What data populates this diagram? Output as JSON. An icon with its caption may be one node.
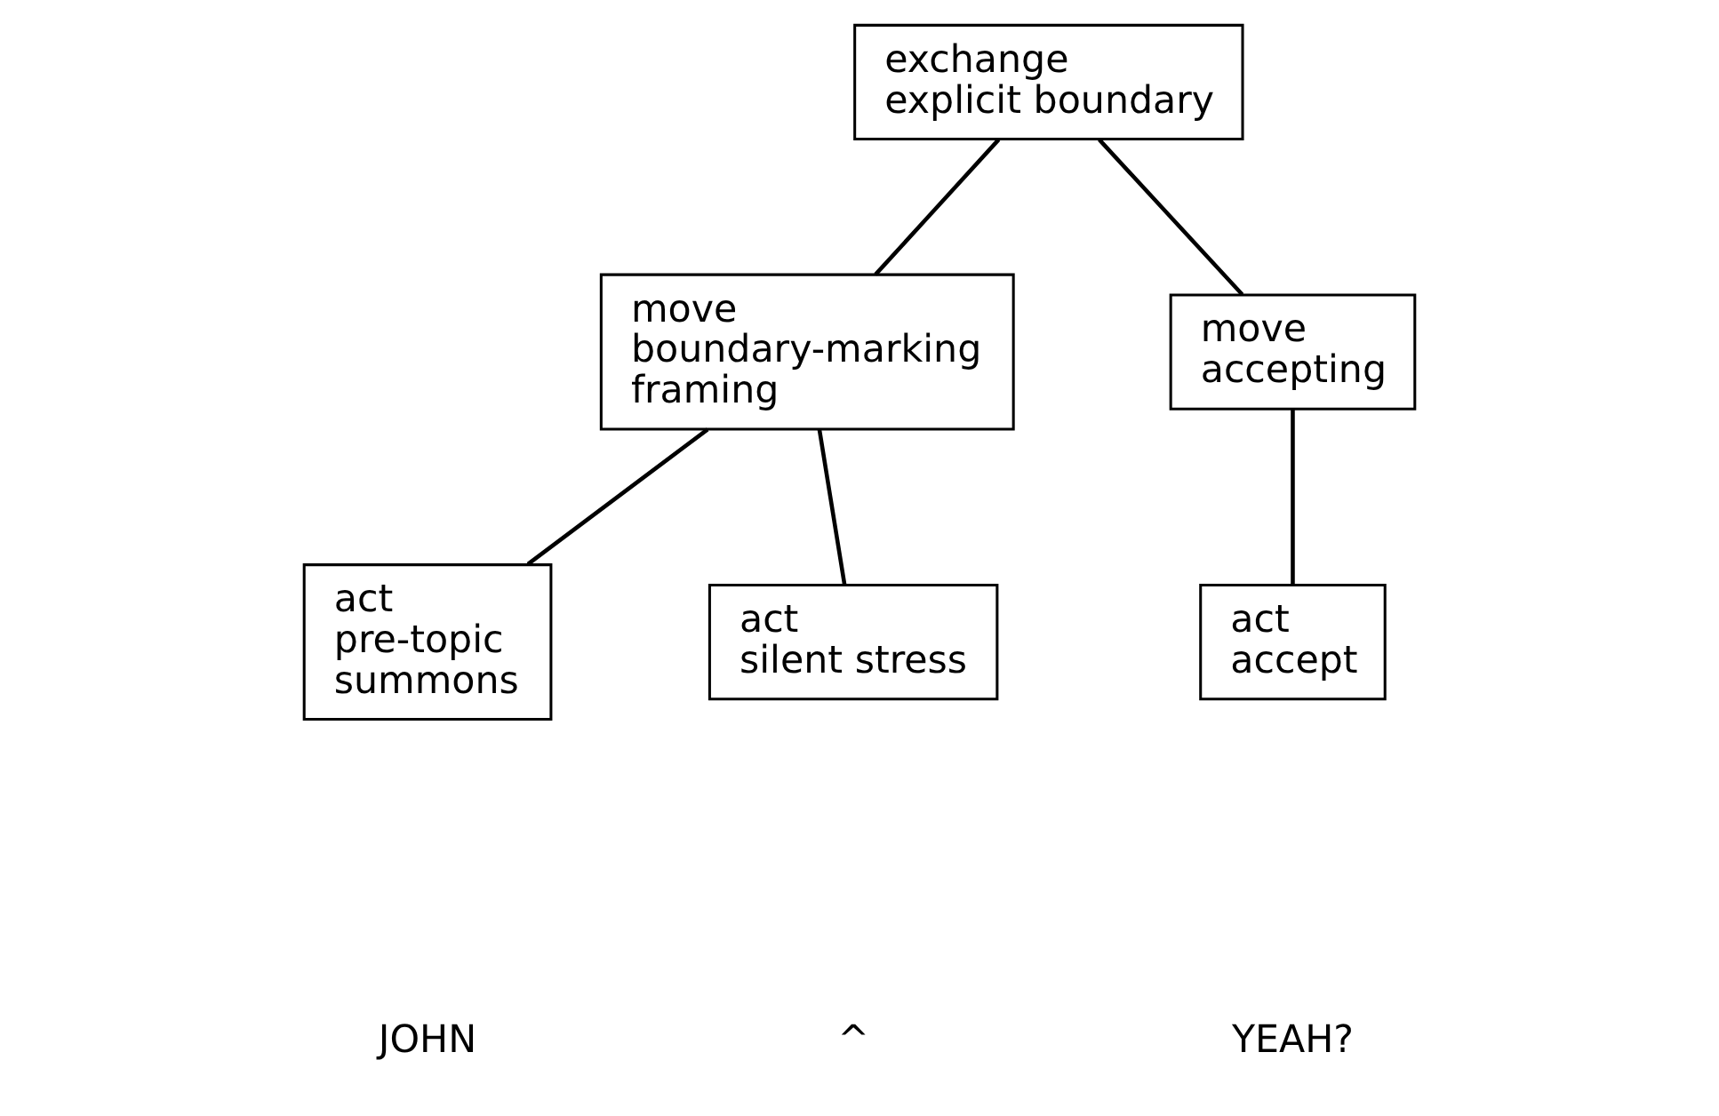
{
  "diagram": {
    "nodes": [
      {
        "text": [
          "exchange",
          "explicit boundary"
        ]
      },
      {
        "text": [
          "move",
          "boundary-marking",
          "framing"
        ]
      },
      {
        "text": [
          "move",
          "accepting"
        ]
      },
      {
        "text": [
          "act",
          "pre-topic",
          "summons"
        ]
      },
      {
        "text": [
          "act",
          "silent stress"
        ]
      },
      {
        "text": [
          "act",
          "accept"
        ]
      }
    ],
    "edges": [
      {
        "from": 0,
        "to": 1,
        "arrow": "none"
      },
      {
        "from": 0,
        "to": 2,
        "arrow": "none"
      },
      {
        "from": 1,
        "to": 3,
        "arrow": "none"
      },
      {
        "from": 1,
        "to": 4,
        "arrow": "none"
      },
      {
        "from": 2,
        "to": 5,
        "arrow": "none"
      }
    ],
    "labels": [
      "JOHN",
      "^",
      "YEAH?"
    ]
  }
}
